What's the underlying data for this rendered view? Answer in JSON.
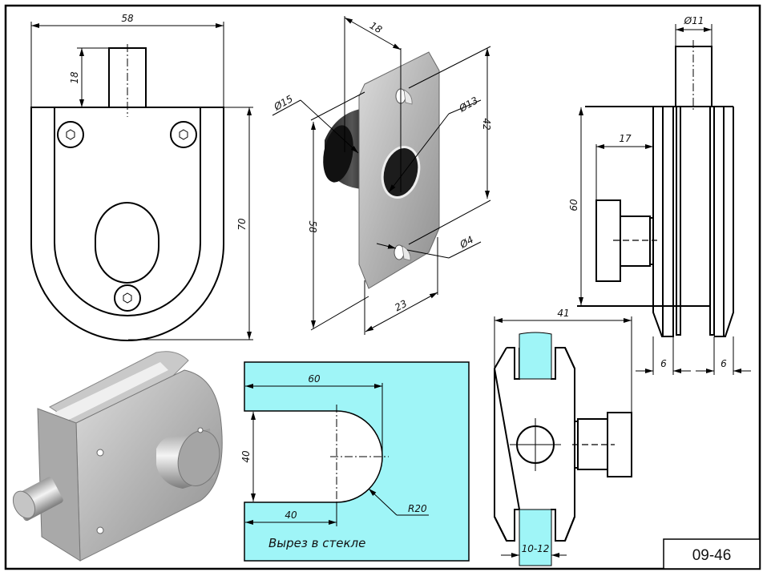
{
  "sheet": {
    "drawing_number": "09-46",
    "glass_color": "#9ff5f7",
    "metal_light": "#d0d0d0",
    "metal_dark": "#8a8a8a"
  },
  "front_view": {
    "dims": {
      "width": "58",
      "pin_height": "18",
      "height": "70"
    }
  },
  "strike_plate_iso": {
    "dims": {
      "pin_offset": "18",
      "pin_diameter": "Ø15",
      "hole_diameter": "Ø13",
      "hole_spacing": "42",
      "plate_height": "58",
      "screw_diameter": "Ø4",
      "plate_width": "23"
    }
  },
  "side_view": {
    "dims": {
      "pin_diameter": "Ø11",
      "knob_offset": "17",
      "height": "60",
      "left_jaw": "6",
      "right_jaw": "6"
    }
  },
  "glass_cutout": {
    "caption": "Вырез в стекле",
    "dims": {
      "depth": "60",
      "width": "40",
      "straight_length": "40",
      "radius": "R20"
    }
  },
  "top_view": {
    "dims": {
      "overall_width": "41",
      "glass_thickness": "10-12"
    }
  }
}
